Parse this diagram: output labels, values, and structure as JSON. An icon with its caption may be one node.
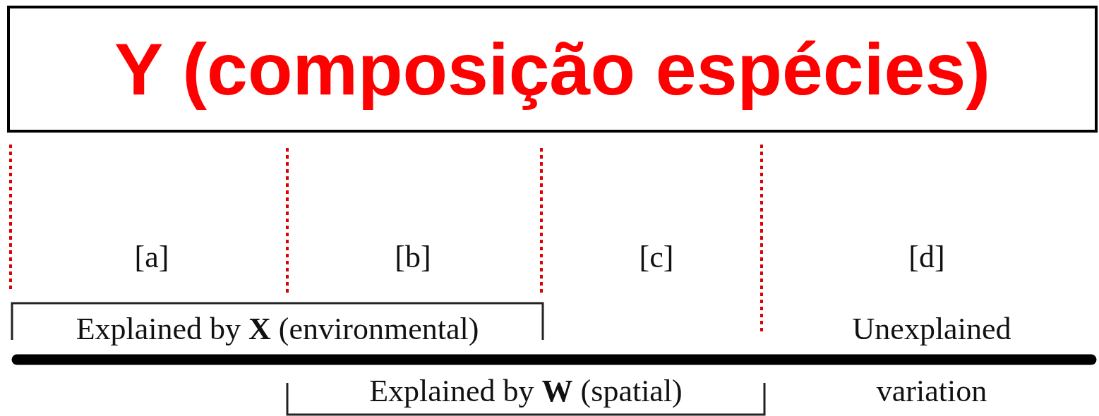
{
  "diagram": {
    "nodes": [
      {
        "text": [
          "Y (composição espécies)"
        ]
      }
    ],
    "labels": [
      "[a]",
      "[b]",
      "[c]",
      "[d]",
      "Explained by **X** (environmental)",
      "Unexplained",
      "Explained by **W** (spatial)",
      "variation"
    ]
  }
}
